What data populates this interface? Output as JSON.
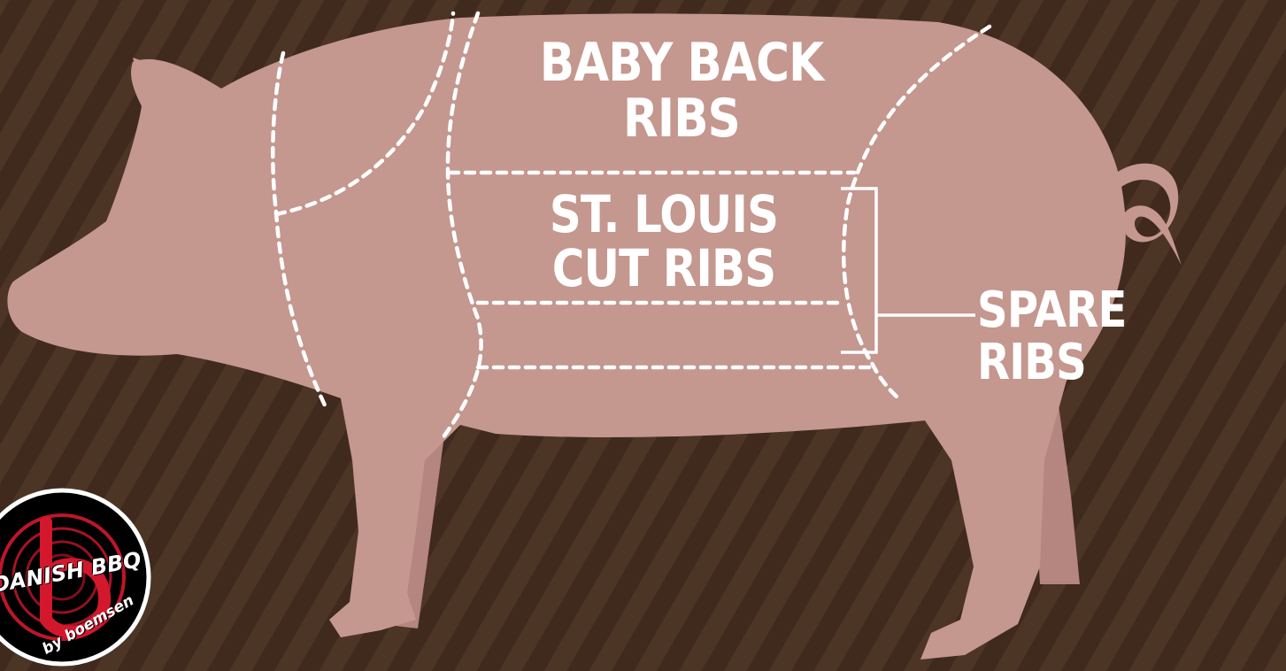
{
  "diagram": {
    "labels": {
      "baby_back": [
        "BABY BACK",
        "RIBS"
      ],
      "st_louis": [
        "ST. LOUIS",
        "CUT RIBS"
      ],
      "spare": "SPARE RIBS"
    }
  },
  "logo": {
    "main_text": "DANISH BBQ",
    "sub_text": "by boemsen"
  },
  "colors": {
    "pig_body": "#c4978f",
    "pig_legs_back": "#b58580",
    "cut_lines": "#ffffff",
    "logo_red": "#d3182d",
    "background": "#4a3224"
  }
}
